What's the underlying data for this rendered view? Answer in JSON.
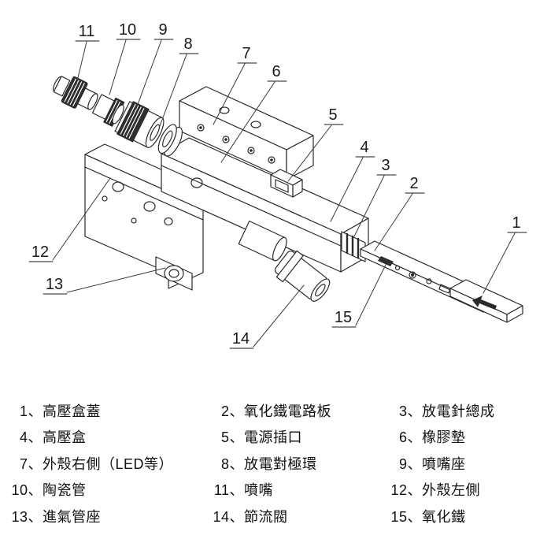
{
  "colors": {
    "background": "#ffffff",
    "line": "#2a2a2a",
    "dark_fill": "#2e2e2e",
    "text": "#111111"
  },
  "diagram": {
    "type": "exploded-view-technical-drawing",
    "callouts": {
      "c1": "1",
      "c2": "2",
      "c3": "3",
      "c4": "4",
      "c5": "5",
      "c6": "6",
      "c7": "7",
      "c8": "8",
      "c9": "9",
      "c10": "10",
      "c11": "11",
      "c12": "12",
      "c13": "13",
      "c14": "14",
      "c15": "15"
    }
  },
  "legend": {
    "items": [
      {
        "num": "1、",
        "name": "高壓盒蓋"
      },
      {
        "num": "2、",
        "name": "氧化鐵電路板"
      },
      {
        "num": "3、",
        "name": "放電針總成"
      },
      {
        "num": "4、",
        "name": "高壓盒"
      },
      {
        "num": "5、",
        "name": "電源插口"
      },
      {
        "num": "6、",
        "name": "橡膠墊"
      },
      {
        "num": "7、",
        "name": "外殼右側（LED等）"
      },
      {
        "num": "8、",
        "name": "放電對極環"
      },
      {
        "num": "9、",
        "name": "噴嘴座"
      },
      {
        "num": "10、",
        "name": "陶瓷管"
      },
      {
        "num": "11、",
        "name": "噴嘴"
      },
      {
        "num": "12、",
        "name": "外殼左側"
      },
      {
        "num": "13、",
        "name": "進氣管座"
      },
      {
        "num": "14、",
        "name": "節流閥"
      },
      {
        "num": "15、",
        "name": "氧化鐵"
      }
    ]
  }
}
